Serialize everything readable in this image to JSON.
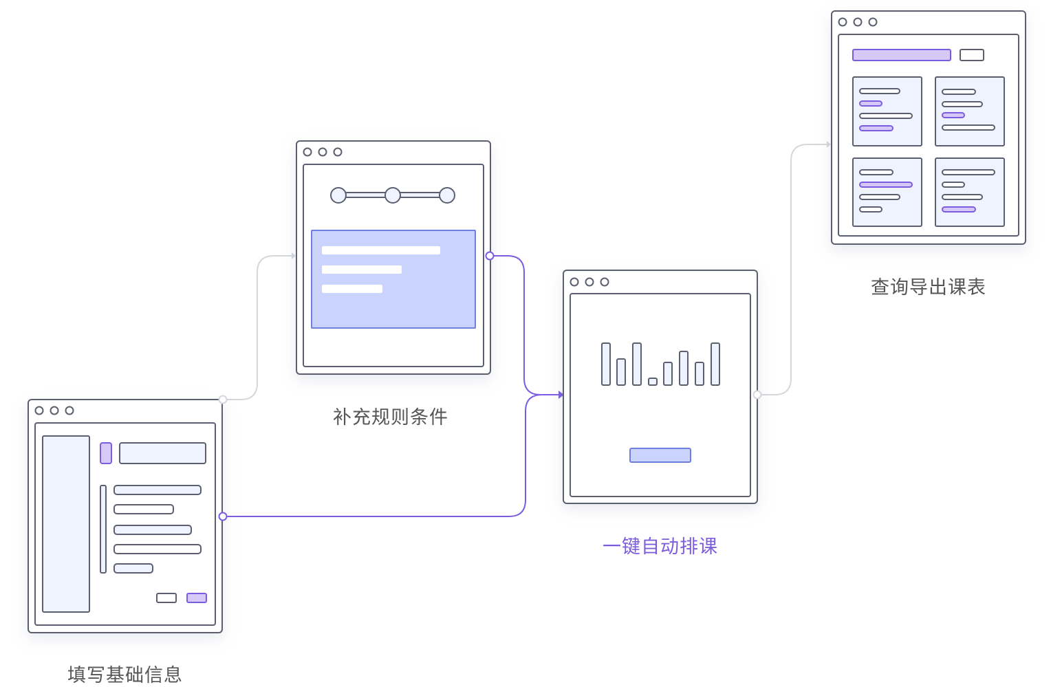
{
  "colors": {
    "outline": "#5a5e6e",
    "accent": "#7b5ce0",
    "connector_inactive": "#d6d6dc",
    "panel_fill": "#eef3ff",
    "highlight_fill": "#c9d3fb",
    "purple_fill": "#d7c9f7",
    "label_text": "#555555",
    "label_active": "#7b5ce0"
  },
  "steps": [
    {
      "label": "填写基础信息",
      "active": false
    },
    {
      "label": "补充规则条件",
      "active": false
    },
    {
      "label": "一键自动排课",
      "active": true
    },
    {
      "label": "查询导出课表",
      "active": false
    }
  ]
}
